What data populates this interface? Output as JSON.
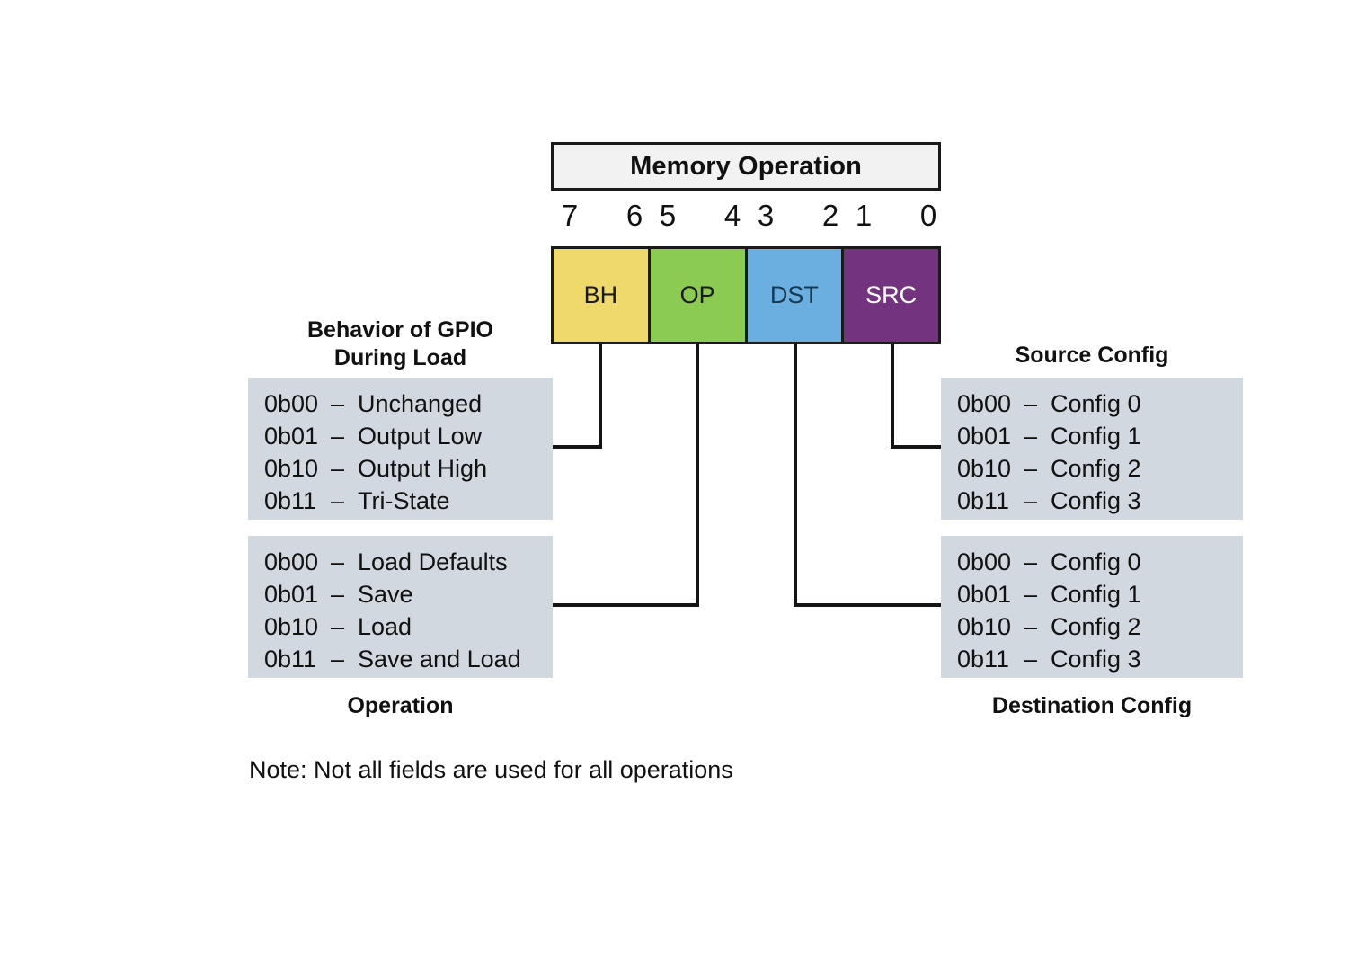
{
  "register": {
    "title": "Memory Operation",
    "bits": [
      "7",
      "6",
      "5",
      "4",
      "3",
      "2",
      "1",
      "0"
    ],
    "fields": [
      {
        "label": "BH",
        "color": "#EFD96B",
        "text_color": "#1A1A1A"
      },
      {
        "label": "OP",
        "color": "#8CCB52",
        "text_color": "#1A1A1A"
      },
      {
        "label": "DST",
        "color": "#6BAFE0",
        "text_color": "#17384F"
      },
      {
        "label": "SRC",
        "color": "#74337E",
        "text_color": "#FFFFFF"
      }
    ]
  },
  "groups": {
    "bh": {
      "caption": "Behavior of GPIO\nDuring Load",
      "caption_line1": "Behavior of GPIO",
      "caption_line2": "During Load",
      "rows": [
        {
          "code": "0b00",
          "dash": "–",
          "text": "Unchanged"
        },
        {
          "code": "0b01",
          "dash": "–",
          "text": "Output Low"
        },
        {
          "code": "0b10",
          "dash": "–",
          "text": "Output High"
        },
        {
          "code": "0b11",
          "dash": "–",
          "text": "Tri-State"
        }
      ]
    },
    "op": {
      "caption": "Operation",
      "rows": [
        {
          "code": "0b00",
          "dash": "–",
          "text": "Load Defaults"
        },
        {
          "code": "0b01",
          "dash": "–",
          "text": "Save"
        },
        {
          "code": "0b10",
          "dash": "–",
          "text": "Load"
        },
        {
          "code": "0b11",
          "dash": "–",
          "text": "Save and Load"
        }
      ]
    },
    "src": {
      "caption": "Source Config",
      "rows": [
        {
          "code": "0b00",
          "dash": "–",
          "text": "Config 0"
        },
        {
          "code": "0b01",
          "dash": "–",
          "text": "Config 1"
        },
        {
          "code": "0b10",
          "dash": "–",
          "text": "Config 2"
        },
        {
          "code": "0b11",
          "dash": "–",
          "text": "Config 3"
        }
      ]
    },
    "dst": {
      "caption": "Destination Config",
      "rows": [
        {
          "code": "0b00",
          "dash": "–",
          "text": "Config 0"
        },
        {
          "code": "0b01",
          "dash": "–",
          "text": "Config 1"
        },
        {
          "code": "0b10",
          "dash": "–",
          "text": "Config 2"
        },
        {
          "code": "0b11",
          "dash": "–",
          "text": "Config 3"
        }
      ]
    }
  },
  "note": "Note: Not all fields are used for all operations",
  "colors": {
    "list_background": "#D2D8E0",
    "header_background": "#F2F2F2",
    "outline": "#1A1A1A",
    "connector": "#141414"
  }
}
